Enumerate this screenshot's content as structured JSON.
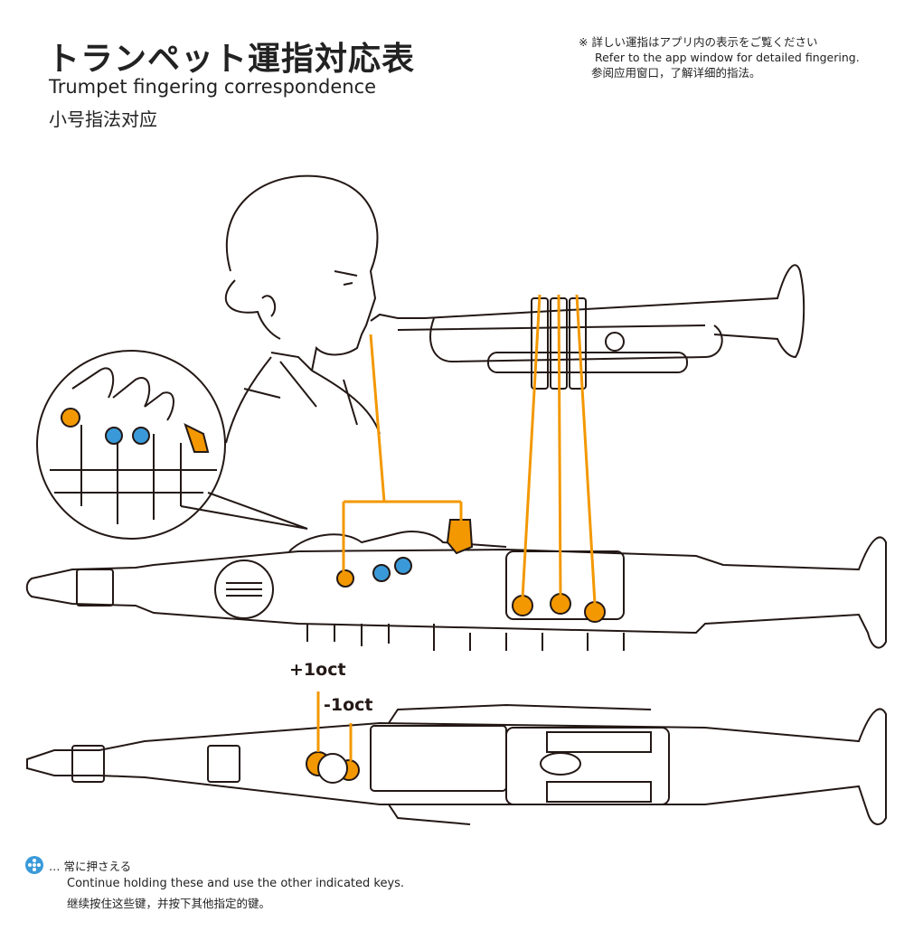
{
  "header": {
    "title": "トランペット運指対応表",
    "subtitle_en": "Trumpet fingering correspondence",
    "subtitle_zh": "小号指法对应"
  },
  "note": {
    "ja": "※ 詳しい運指はアプリ内の表示をご覧ください",
    "en": "Refer to the app window for detailed fingering.",
    "zh": "参阅应用窗口，了解详细的指法。"
  },
  "octave_labels": {
    "up": "+1oct",
    "down": "-1oct"
  },
  "legend": {
    "icon": "dotted-blue-key-icon",
    "ja": "… 常に押さえる",
    "en": "Continue holding these and use the other indicated keys.",
    "zh": "继续按住这些键，并按下其他指定的键。"
  },
  "colors": {
    "accent": "#f39800",
    "hold": "#3a9ad9",
    "line": "#231815"
  }
}
